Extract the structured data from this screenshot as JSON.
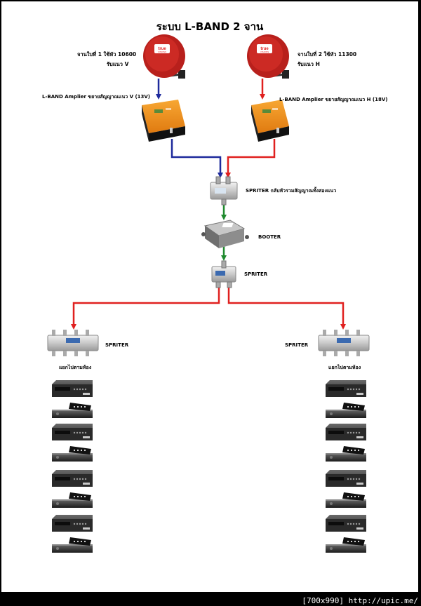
{
  "title": "ระบบ L-BAND 2 จาน",
  "dish_left": {
    "logo_top": "true",
    "logo_bottom": "VISIONS",
    "line1": "จานใบที่ 1 ใช้หัว 10600",
    "line2": "รับแนว V"
  },
  "dish_right": {
    "logo_top": "true",
    "logo_bottom": "VISIONS",
    "line1": "จานใบที่ 2 ใช้หัว 11300",
    "line2": "รับแนว H"
  },
  "amp_left_label": "L-BAND Amplier ขยายสัญญาณแนว V (13V)",
  "amp_right_label": "L-BAND Amplier ขยายสัญญาณแนว H (18V)",
  "splitter_main_label": "SPRITER กลับหัวรวมสัญญาณทั้งสองแนว",
  "booster_label": "BOOTER",
  "splitter_second_label": "SPRITER",
  "splitter_left_label": "SPRITER",
  "splitter_right_label": "SPRITER",
  "room_left_label": "แยกไปตามห้อง",
  "room_right_label": "แยกไปตามห้อง",
  "colors": {
    "v_line": "#1e2a9c",
    "h_line": "#e0201f",
    "combined_line": "#1f8a2e",
    "dish": "#b8201c"
  },
  "footer": "[700x990] http://upic.me/"
}
